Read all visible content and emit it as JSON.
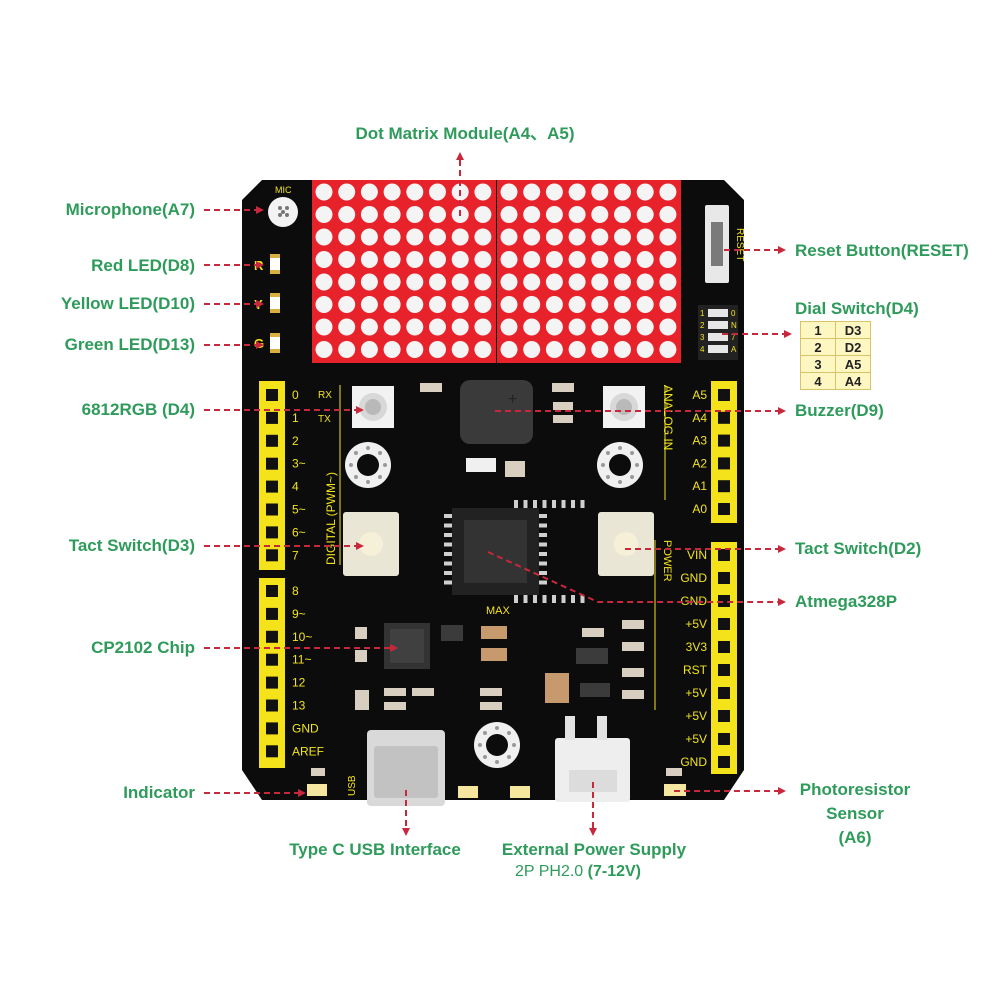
{
  "labels": {
    "dot_matrix": "Dot Matrix Module(A4、A5)",
    "microphone": "Microphone(A7)",
    "red_led": "Red LED(D8)",
    "yellow_led": "Yellow LED(D10)",
    "green_led": "Green LED(D13)",
    "rgb": "6812RGB (D4)",
    "tact_d3": "Tact Switch(D3)",
    "cp2102": "CP2102 Chip",
    "indicator": "Indicator",
    "usb": "Type C USB Interface",
    "ext_power": "External Power Supply",
    "ext_power_sub_a": "2P PH2.0 ",
    "ext_power_sub_b": "(7-12V)",
    "reset": "Reset Button(RESET)",
    "dial": "Dial Switch(D4)",
    "buzzer": "Buzzer(D9)",
    "tact_d2": "Tact Switch(D2)",
    "atmega": "Atmega328P",
    "photo_1": "Photoresistor",
    "photo_2": "Sensor",
    "photo_3": "(A6)"
  },
  "dial_table": [
    {
      "num": "1",
      "pin": "D3"
    },
    {
      "num": "2",
      "pin": "D2"
    },
    {
      "num": "3",
      "pin": "A5"
    },
    {
      "num": "4",
      "pin": "A4"
    }
  ],
  "board": {
    "mic": "MIC",
    "led_r": "R",
    "led_y": "Y",
    "led_g": "G",
    "reset": "RESET",
    "rx": "RX",
    "tx": "TX",
    "digital": "DIGITAL   (PWM~)",
    "analog": "ANALOG IN",
    "power": "POWER",
    "max": "MAX",
    "usb": "USB",
    "dial_nums": [
      "1",
      "2",
      "3",
      "4"
    ],
    "dial_codes": [
      "0",
      "N",
      "7",
      "A"
    ],
    "left_pins": [
      "0",
      "1",
      "2",
      "3~",
      "4",
      "5~",
      "6~",
      "7",
      "8",
      "9~",
      "10~",
      "11~",
      "12",
      "13",
      "GND",
      "AREF"
    ],
    "analog_pins": [
      "A5",
      "A4",
      "A3",
      "A2",
      "A1",
      "A0"
    ],
    "power_pins": [
      "VIN",
      "GND",
      "GND",
      "+5V",
      "3V3",
      "RST",
      "+5V",
      "+5V",
      "+5V",
      "GND"
    ]
  },
  "colors": {
    "label_green": "#2e9b5b",
    "arrow_red": "#c8283c",
    "board": "#0c0c0c",
    "header_yellow": "#f4e21a",
    "silk_yellow": "#f2e41c",
    "matrix_red": "#e8222a",
    "dot_white": "#f4f4f4"
  }
}
